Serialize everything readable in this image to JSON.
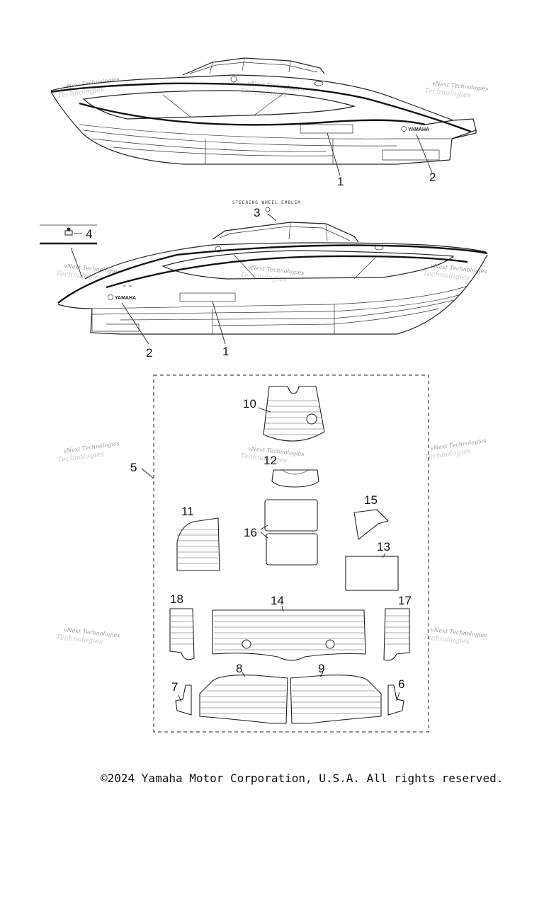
{
  "callouts": {
    "c1_top": "1",
    "c2_top": "2",
    "c3": "3",
    "c4": "4",
    "c2_bottom": "2",
    "c1_bottom": "1",
    "c5": "5",
    "c6": "6",
    "c7": "7",
    "c8": "8",
    "c9": "9",
    "c10": "10",
    "c11": "11",
    "c12": "12",
    "c13": "13",
    "c14": "14",
    "c15": "15",
    "c16": "16",
    "c17": "17",
    "c18": "18"
  },
  "annotations": {
    "steering_wheel_emblem": "STEERING WHEEL EMBLEM"
  },
  "brand_decal": "YAMAHA",
  "watermark": {
    "line1": "vNext Technologies",
    "line2": "Technologies"
  },
  "copyright": "©2024 Yamaha Motor Corporation, U.S.A. All rights reserved."
}
